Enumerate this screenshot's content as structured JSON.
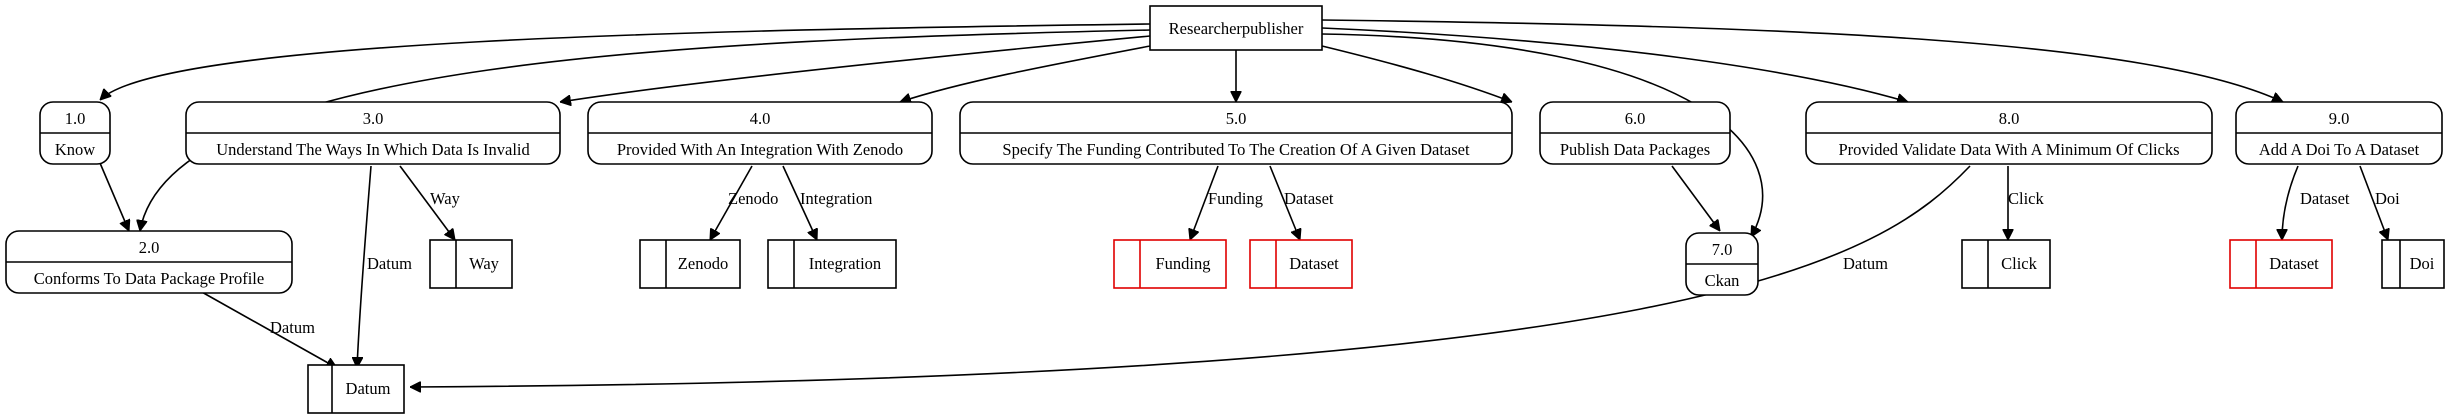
{
  "external_entity": {
    "label": "Researcherpublisher"
  },
  "processes": [
    {
      "id": "p1",
      "number": "1.0",
      "label": "Know"
    },
    {
      "id": "p2",
      "number": "2.0",
      "label": "Conforms To Data Package Profile"
    },
    {
      "id": "p3",
      "number": "3.0",
      "label": "Understand The Ways In Which Data Is Invalid"
    },
    {
      "id": "p4",
      "number": "4.0",
      "label": "Provided With An Integration With Zenodo"
    },
    {
      "id": "p5",
      "number": "5.0",
      "label": "Specify The Funding Contributed To The Creation Of A Given Dataset"
    },
    {
      "id": "p6",
      "number": "6.0",
      "label": "Publish Data Packages"
    },
    {
      "id": "p7",
      "number": "7.0",
      "label": "Ckan"
    },
    {
      "id": "p8",
      "number": "8.0",
      "label": "Provided Validate Data With A Minimum Of Clicks"
    },
    {
      "id": "p9",
      "number": "9.0",
      "label": "Add A Doi To A Dataset"
    }
  ],
  "data_stores": [
    {
      "id": "sDatum",
      "label": "Datum",
      "highlight": false
    },
    {
      "id": "sWay",
      "label": "Way",
      "highlight": false
    },
    {
      "id": "sZenodo",
      "label": "Zenodo",
      "highlight": false
    },
    {
      "id": "sIntegration",
      "label": "Integration",
      "highlight": false
    },
    {
      "id": "sFunding",
      "label": "Funding",
      "highlight": true
    },
    {
      "id": "sDataset5",
      "label": "Dataset",
      "highlight": true
    },
    {
      "id": "sClick",
      "label": "Click",
      "highlight": false
    },
    {
      "id": "sDataset9",
      "label": "Dataset",
      "highlight": true
    },
    {
      "id": "sDoi",
      "label": "Doi",
      "highlight": false
    }
  ],
  "flows": [
    {
      "id": "e1",
      "from": "Researcherpublisher",
      "to": "1.0",
      "label": ""
    },
    {
      "id": "e2",
      "from": "Researcherpublisher",
      "to": "2.0",
      "label": ""
    },
    {
      "id": "e3",
      "from": "Researcherpublisher",
      "to": "3.0",
      "label": ""
    },
    {
      "id": "e4",
      "from": "Researcherpublisher",
      "to": "4.0",
      "label": ""
    },
    {
      "id": "e5",
      "from": "Researcherpublisher",
      "to": "5.0",
      "label": ""
    },
    {
      "id": "e6",
      "from": "Researcherpublisher",
      "to": "6.0",
      "label": ""
    },
    {
      "id": "e7",
      "from": "Researcherpublisher",
      "to": "7.0",
      "label": ""
    },
    {
      "id": "e8",
      "from": "Researcherpublisher",
      "to": "8.0",
      "label": ""
    },
    {
      "id": "e9",
      "from": "Researcherpublisher",
      "to": "9.0",
      "label": ""
    },
    {
      "id": "e10",
      "from": "1.0",
      "to": "2.0",
      "label": ""
    },
    {
      "id": "e11",
      "from": "2.0",
      "to": "Datum",
      "label": "Datum"
    },
    {
      "id": "e12",
      "from": "3.0",
      "to": "Datum",
      "label": "Datum"
    },
    {
      "id": "e13",
      "from": "3.0",
      "to": "Way",
      "label": "Way"
    },
    {
      "id": "e14",
      "from": "4.0",
      "to": "Zenodo",
      "label": "Zenodo"
    },
    {
      "id": "e15",
      "from": "4.0",
      "to": "Integration",
      "label": "Integration"
    },
    {
      "id": "e16",
      "from": "5.0",
      "to": "Funding",
      "label": "Funding"
    },
    {
      "id": "e17",
      "from": "5.0",
      "to": "Dataset",
      "label": "Dataset"
    },
    {
      "id": "e18",
      "from": "6.0",
      "to": "7.0",
      "label": ""
    },
    {
      "id": "e19",
      "from": "8.0",
      "to": "Datum",
      "label": "Datum"
    },
    {
      "id": "e20",
      "from": "8.0",
      "to": "Click",
      "label": "Click"
    },
    {
      "id": "e21",
      "from": "9.0",
      "to": "Dataset",
      "label": "Dataset"
    },
    {
      "id": "e22",
      "from": "9.0",
      "to": "Doi",
      "label": "Doi"
    }
  ],
  "colors": {
    "stroke": "#000000",
    "highlight": "#e00000",
    "background": "#ffffff"
  }
}
